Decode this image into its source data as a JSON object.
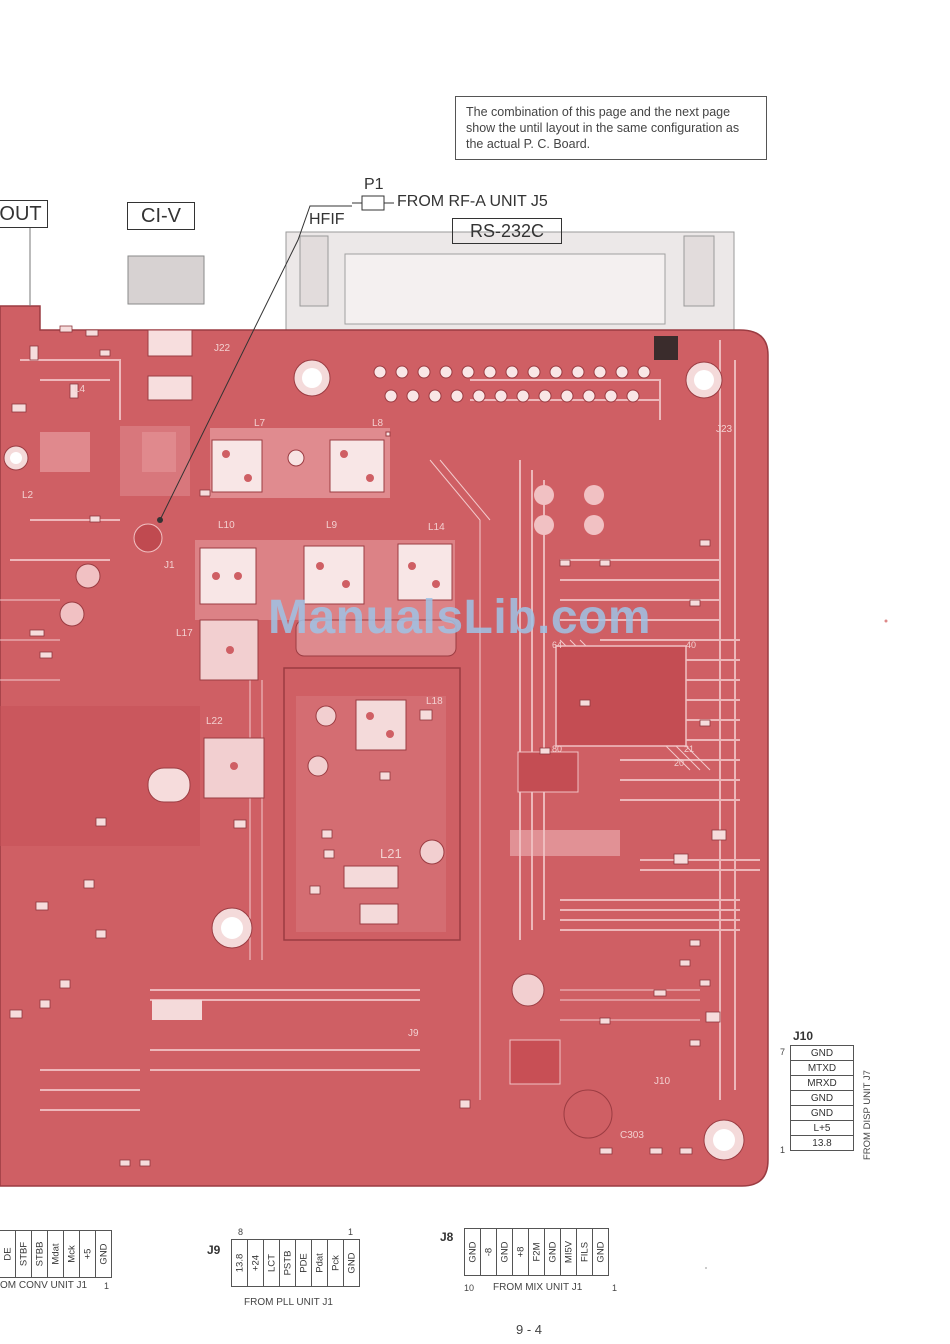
{
  "note": {
    "lines": [
      "The combination of this page and the next page",
      "show the until layout in the same configuration as",
      "the actual P. C. Board."
    ]
  },
  "top_labels": {
    "out_box": "OUT",
    "civ_box": "CI-V",
    "p1": "P1",
    "from_rfa": "FROM RF-A UNIT J5",
    "hfif": "HFIF",
    "rs232c_box": "RS-232C"
  },
  "board_labels": {
    "j22": "J22",
    "l7": "L7",
    "l8": "L8",
    "j23": "J23",
    "l10": "L10",
    "l9": "L9",
    "l14": "L14",
    "j1": "J1",
    "l17": "L17",
    "l22": "L22",
    "l18": "L18",
    "l21": "L21",
    "j9": "J9",
    "j10": "J10",
    "c303": "C303",
    "l2": "L2",
    "l4": "L4",
    "pin64": "64",
    "pin40": "40",
    "pin20": "20",
    "pin21": "21",
    "pin80": "80"
  },
  "watermark": "ManualsLib.com",
  "j10": {
    "name": "J10",
    "pin_top": "7",
    "pin_bottom": "1",
    "pins": [
      "GND",
      "MTXD",
      "MRXD",
      "GND",
      "GND",
      "L+5",
      "13.8"
    ],
    "from": "FROM DISP UNIT J7"
  },
  "left_conn": {
    "pins": [
      "DE",
      "STBF",
      "STBB",
      "Mdat",
      "Mck",
      "+5",
      "GND"
    ],
    "from": "OM CONV UNIT J1",
    "pin_end": "1"
  },
  "j9": {
    "name": "J9",
    "pin_left": "8",
    "pin_right": "1",
    "pins": [
      "13.8",
      "+24",
      "LCT",
      "PSTB",
      "PDE",
      "Pdat",
      "Pck",
      "GND"
    ],
    "from": "FROM PLL UNIT J1"
  },
  "j8": {
    "name": "J8",
    "pin_left": "10",
    "pin_right": "1",
    "pins": [
      "GND",
      "-8",
      "GND",
      "+8",
      "F2M",
      "GND",
      "MI5V",
      "FILS",
      "GND"
    ],
    "from": "FROM MIX UNIT J1"
  },
  "page_number": "9 - 4",
  "colors": {
    "board": "#cf5f64",
    "board_dark": "#b84a50",
    "trace_light": "#f3c4c4",
    "pad": "#f7dede"
  }
}
